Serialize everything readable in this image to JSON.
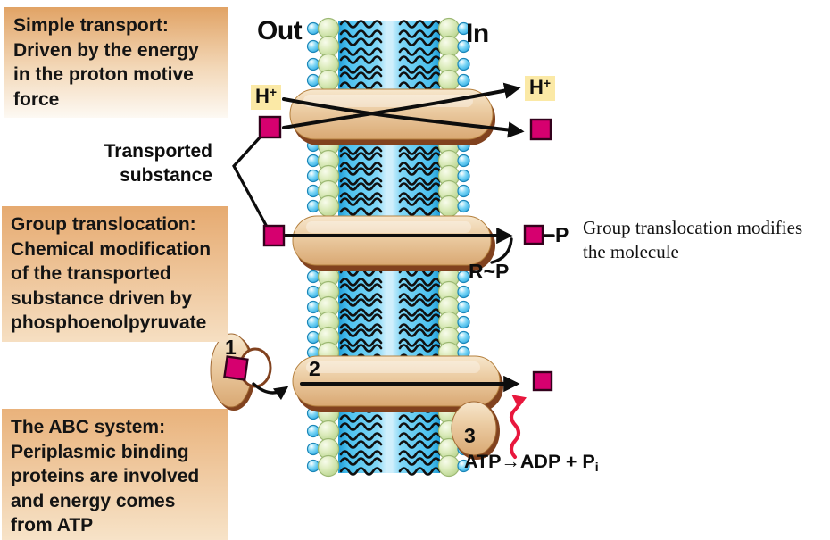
{
  "figure": {
    "panels": {
      "simple_transport": {
        "title": "Simple transport:",
        "lines": [
          "Driven by the energy",
          "in the proton motive",
          "force"
        ]
      },
      "group_translocation": {
        "title": "Group translocation:",
        "lines": [
          "Chemical modification",
          "of the transported",
          "substance driven by",
          "phosphoenolpyruvate"
        ]
      },
      "abc_system": {
        "title": "The ABC system:",
        "lines": [
          "Periplasmic binding",
          "proteins are involved",
          "and energy comes",
          "from ATP"
        ]
      }
    },
    "membrane": {
      "out_label": "Out",
      "in_label": "In"
    },
    "labels": {
      "transported_substance_line1": "Transported",
      "transported_substance_line2": "substance",
      "proton_base": "H",
      "proton_sup": "+",
      "phosphate": "P",
      "r_p": "R~P",
      "atp_reaction_main": "ATP→ADP + P",
      "atp_reaction_sub": "i",
      "note_line1": "Group translocation modifies",
      "note_line2": "the molecule",
      "step1": "1",
      "step2": "2",
      "step3": "3"
    },
    "colors": {
      "substance_square": "#d6006f",
      "membrane_blue": "#3fbcec",
      "protein_tan": "#eccda4",
      "protein_rim": "#81421f",
      "highlight_yellow": "#fbe9a6",
      "energy_arrow_red": "#e8173d",
      "panel_gradient_top": "#e6aa70"
    }
  }
}
